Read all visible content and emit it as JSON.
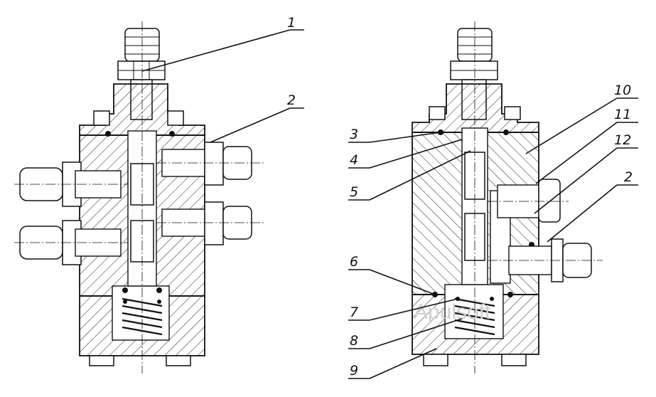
{
  "callouts": {
    "c1": "1",
    "c2a": "2",
    "c2b": "2",
    "c3": "3",
    "c4": "4",
    "c5": "5",
    "c6": "6",
    "c7": "7",
    "c8": "8",
    "c9": "9",
    "c10": "10",
    "c11": "11",
    "c12": "12"
  },
  "watermark": "Apulsoft",
  "colors": {
    "ink": "#111111",
    "paper": "#ffffff",
    "watermark": "#cfcfcf"
  }
}
